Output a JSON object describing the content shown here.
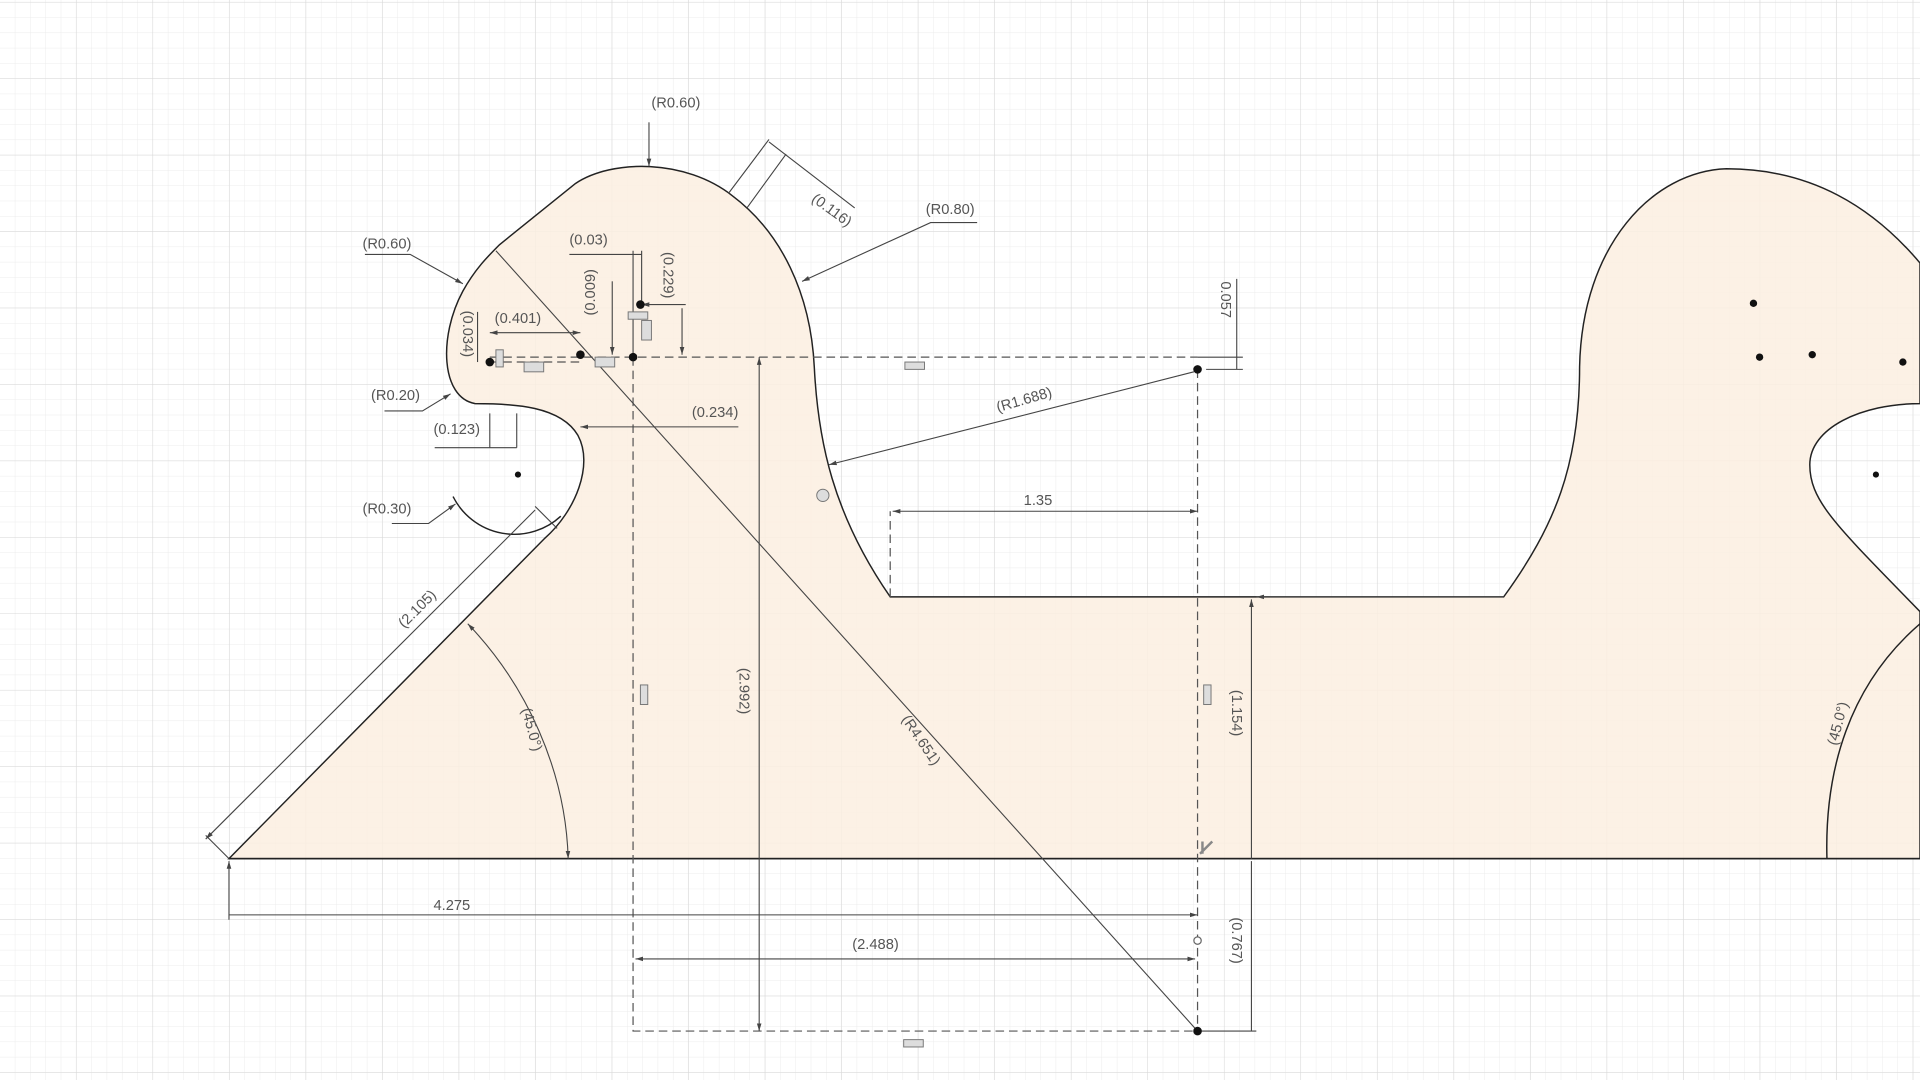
{
  "colors": {
    "profile_fill": "#fbeee0",
    "grid_minor": "#e8e8e8",
    "grid_major": "#d6d6d6",
    "line": "#222222"
  },
  "dimensions": {
    "r060_top": "(R0.60)",
    "r060_left": "(R0.60)",
    "r080": "(R0.80)",
    "r020": "(R0.20)",
    "r030": "(R0.30)",
    "d0116": "(0.116)",
    "d003": "(0.03)",
    "d0229": "(0.229)",
    "d0009": "(0.009)",
    "d0401": "(0.401)",
    "d0034": "(0.034)",
    "d0123": "(0.123)",
    "d0234": "(0.234)",
    "d0057": "0.057",
    "r1688": "(R1.688)",
    "d135": "1.35",
    "d2105": "(2.105)",
    "a45_left": "(45.0°)",
    "a45_right": "(45.0°)",
    "d2992": "(2.992)",
    "r4651": "(R4.651)",
    "d1154": "(1.154)",
    "d4275": "4.275",
    "d2488": "(2.488)",
    "d0767": "(0.767)"
  }
}
